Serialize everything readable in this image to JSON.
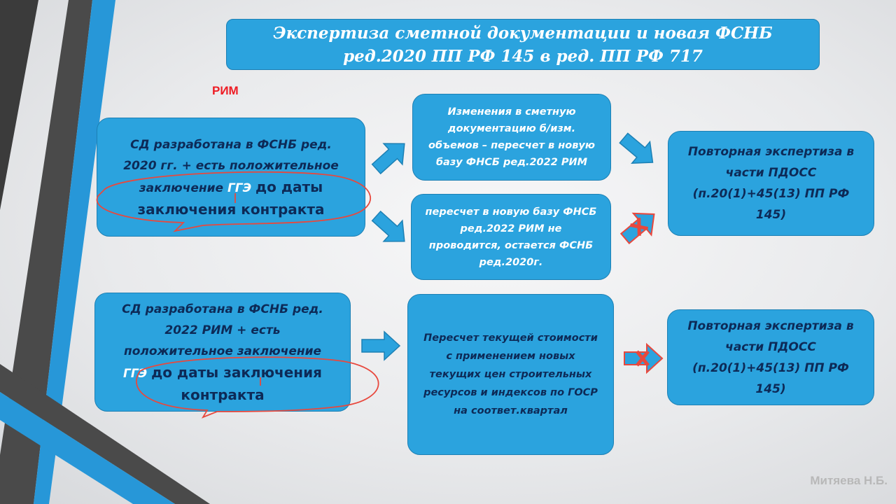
{
  "title": "Экспертиза сметной документации и новая ФСНБ ред.2020 ПП РФ 145 в ред. ПП РФ 717",
  "rim_label": "РИМ",
  "row1": {
    "source": {
      "line1": "СД разработана в  ФСНБ ред.",
      "line2": "2020 гг. + есть положительное",
      "line3_a": "заключение ",
      "line3_b": "ГГЭ ",
      "line3_c": "до даты",
      "line4": "заключения контракта"
    },
    "branch_top": "Изменения в сметную документацию б/изм. объемов – пересчет в новую базу ФНСБ ред.2022 РИМ",
    "branch_bottom": "пересчет в новую базу ФНСБ ред.2022 РИМ  не проводится, остается ФСНБ ред.2020г.",
    "result": "Повторная экспертиза в части ПДОСС (п.20(1)+45(13) ПП РФ 145)"
  },
  "row2": {
    "source": {
      "line1": "СД разработана в  ФСНБ ред.",
      "line2": "2022  РИМ  + есть",
      "line3": "положительное заключение",
      "line4_a": "ГГЭ ",
      "line4_b": "до даты заключения",
      "line5": "контракта"
    },
    "middle": "Пересчет текущей стоимости  с применением новых текущих цен строительных ресурсов и индексов по ГОСР на соответ.квартал",
    "result": "Повторная экспертиза в части ПДОСС (п.20(1)+45(13) ПП РФ 145)"
  },
  "author": "Митяева Н.Б.",
  "colors": {
    "box_fill": "#2ba3de",
    "text_dark": "#0d2a57",
    "accent_red": "#ee1c24"
  }
}
